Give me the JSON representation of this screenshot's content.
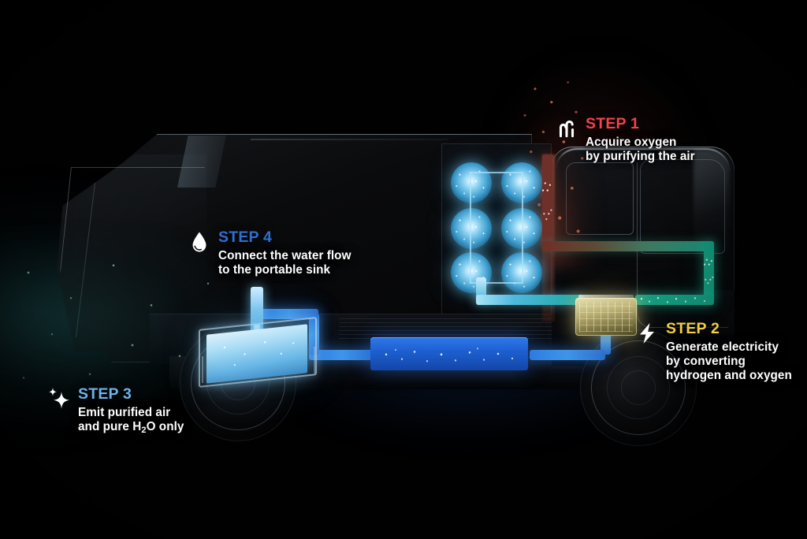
{
  "title": "Hydrogen fuel cell truck — four step process diagram",
  "colors": {
    "background": "#000000",
    "step1_accent": "#f0434a",
    "step2_accent": "#f2ce45",
    "step3_accent": "#6fb2e8",
    "step4_accent": "#2f6fd0",
    "body_text": "#ffffff",
    "hydrogen_glow": "#8fd3f2",
    "oxygen_pipe": "#14a184",
    "dirty_air_pipe": "#6e3028",
    "water_pipe": "#2f7fe0",
    "battery_blue": "#1d5fd0",
    "fuel_cell_gold": "#b9ae72"
  },
  "steps": [
    {
      "id": "step1",
      "number_label": "STEP 1",
      "icon": "air-purify-icon",
      "description": "Acquire oxygen\nby purifying the air",
      "accent": "#f0434a"
    },
    {
      "id": "step2",
      "number_label": "STEP 2",
      "icon": "lightning-bolt-icon",
      "description": "Generate electricity\nby converting\nhydrogen and oxygen",
      "accent": "#f2ce45"
    },
    {
      "id": "step3",
      "number_label": "STEP 3",
      "icon": "sparkles-icon",
      "description_line1": "Emit purified air",
      "description_line2_pre": "and pure H",
      "description_line2_sub": "2",
      "description_line2_post": "O only",
      "accent": "#6fb2e8"
    },
    {
      "id": "step4",
      "number_label": "STEP 4",
      "icon": "water-drop-icon",
      "description": "Connect the water flow\nto the portable sink",
      "accent": "#2f6fd0"
    }
  ],
  "diagram_parts": {
    "hydrogen_tanks_label": "hydrogen-storage-tanks",
    "hydrogen_tank_count": 6,
    "fuel_cell_label": "fuel-cell-stack",
    "battery_label": "battery-pack",
    "sink_label": "portable-sink",
    "faucet_label": "water-faucet",
    "air_intake_label": "air-intake",
    "truck_label": "hydrogen-truck-cutaway",
    "front_wheel_label": "front-wheel",
    "rear_wheel_label": "rear-wheel"
  }
}
